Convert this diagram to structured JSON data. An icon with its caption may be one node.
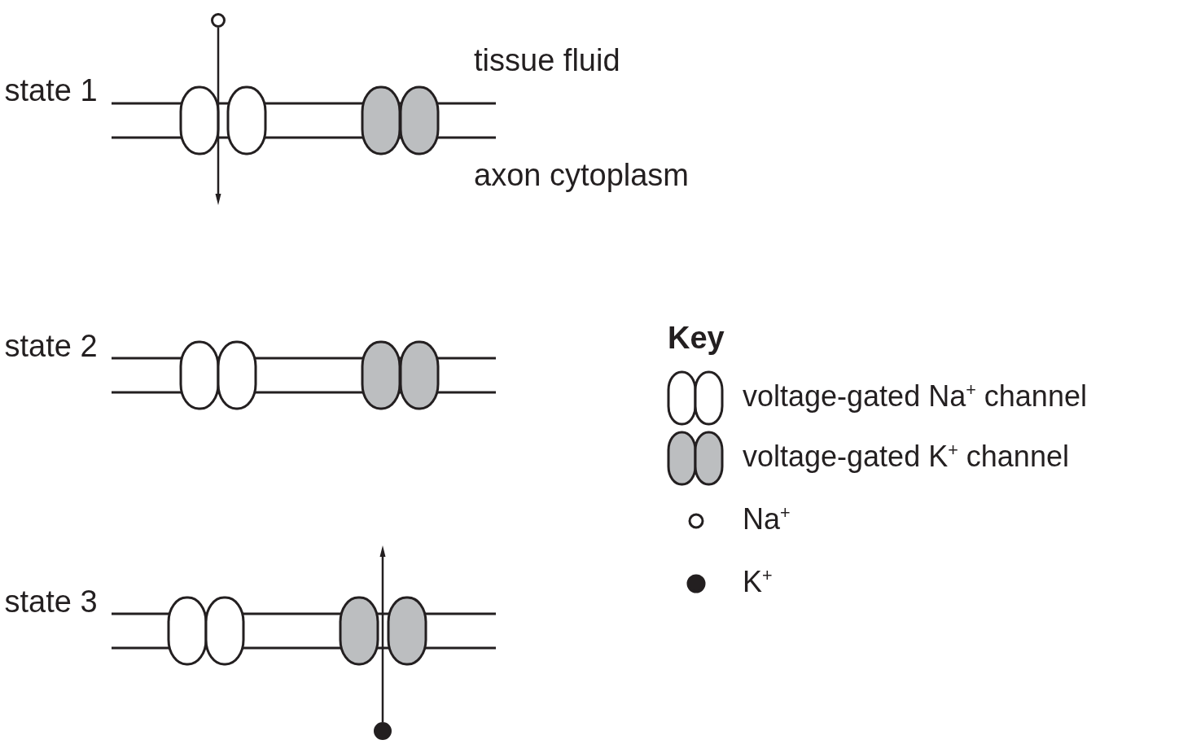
{
  "diagram": {
    "nodes": [
      {
        "text": [],
        "shape": "circle"
      },
      {
        "text": [],
        "shape": "circle"
      }
    ],
    "edges": [
      {
        "from": 0,
        "to": null,
        "arrow": "to"
      },
      {
        "from": 1,
        "to": null,
        "arrow": "to"
      }
    ],
    "labels": [
      "state 1",
      "tissue fluid",
      "axon cytoplasm",
      "state 2",
      "Key",
      "state 3"
    ],
    "legend": [
      {
        "text": "voltage-gated Na$^{+}$ channel"
      },
      {
        "text": "voltage-gated K$^{+}$ channel"
      },
      {
        "text": "Na$^{+}$"
      },
      {
        "text": "K$^{+}$"
      }
    ]
  }
}
